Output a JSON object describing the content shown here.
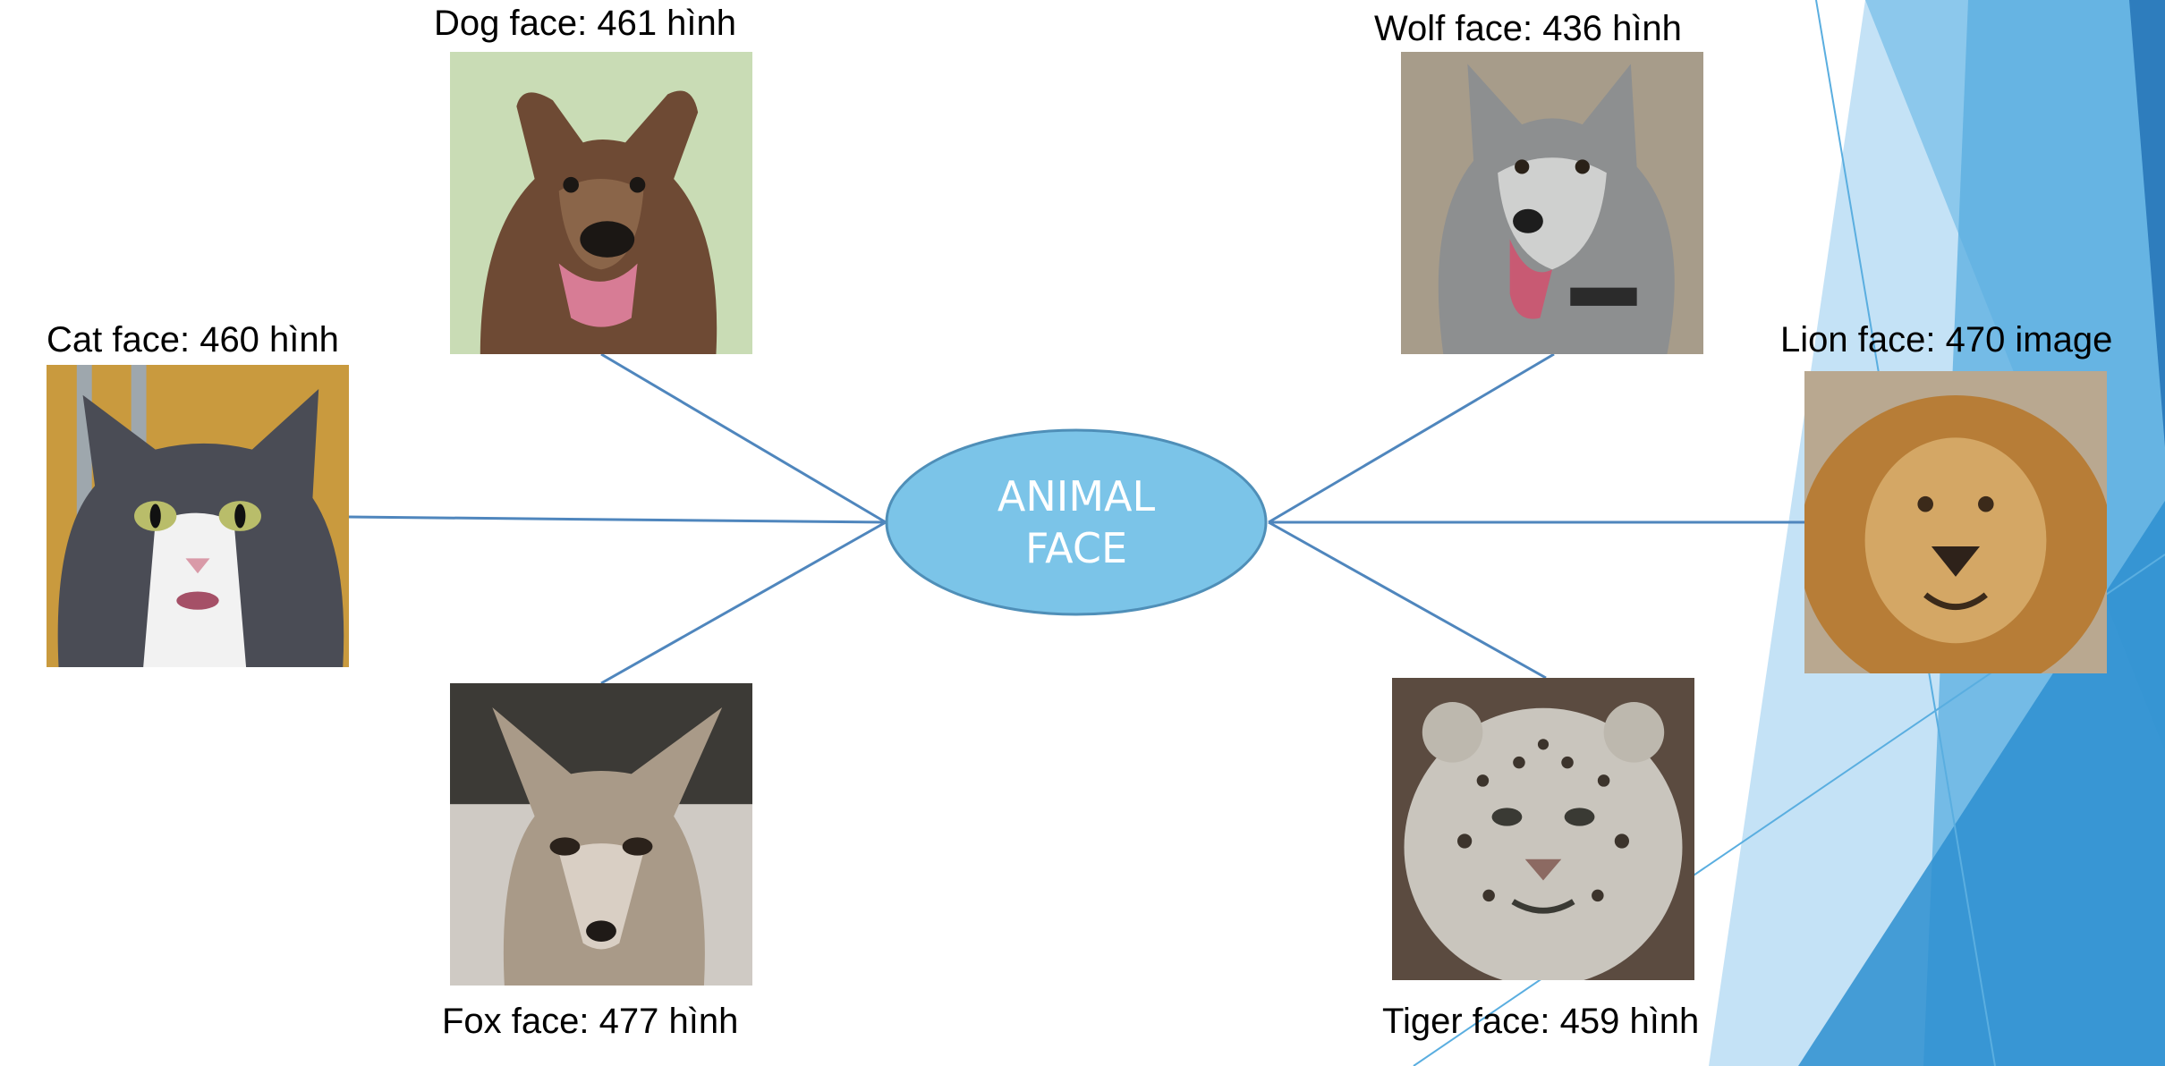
{
  "center": {
    "text": "ANIMAL\nFACE",
    "fill": "#7bc4e8",
    "stroke": "#4f8fb8"
  },
  "connector_color": "#4f86bd",
  "accent_colors": [
    "#2e8fd0",
    "#5aaee0",
    "#8cc8ec",
    "#c4e2f6"
  ],
  "nodes": [
    {
      "id": "dog",
      "label": "Dog face: 461 hình",
      "icon": "dog-face-photo"
    },
    {
      "id": "wolf",
      "label": "Wolf face: 436 hình",
      "icon": "wolf-face-photo"
    },
    {
      "id": "cat",
      "label": "Cat face: 460 hình",
      "icon": "cat-face-photo"
    },
    {
      "id": "lion",
      "label": "Lion face: 470 image",
      "icon": "lion-face-photo"
    },
    {
      "id": "fox",
      "label": "Fox face: 477 hình",
      "icon": "fox-face-photo"
    },
    {
      "id": "tiger",
      "label": "Tiger face: 459 hình",
      "icon": "tiger-face-photo"
    }
  ]
}
